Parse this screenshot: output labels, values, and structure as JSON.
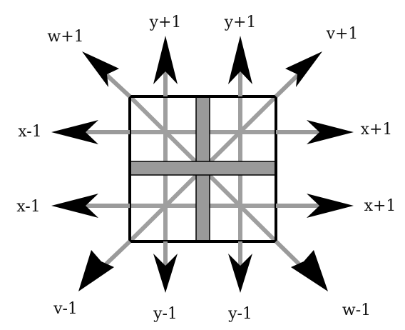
{
  "labels": {
    "y_plus_left": "y+1",
    "y_plus_right": "y+1",
    "w_plus": "w+1",
    "v_plus": "v+1",
    "x_minus_top": "x-1",
    "x_plus_top": "x+1",
    "x_minus_bottom": "x-1",
    "x_plus_bottom": "x+1",
    "v_minus": "v-1",
    "y_minus_left": "y-1",
    "y_minus_right": "y-1",
    "w_minus": "w-1"
  },
  "colors": {
    "line_gray": "#9a9a9a",
    "cross_fill": "#9a9a9a",
    "box_stroke": "#000000",
    "arrowhead": "#000000",
    "text": "#111111"
  }
}
